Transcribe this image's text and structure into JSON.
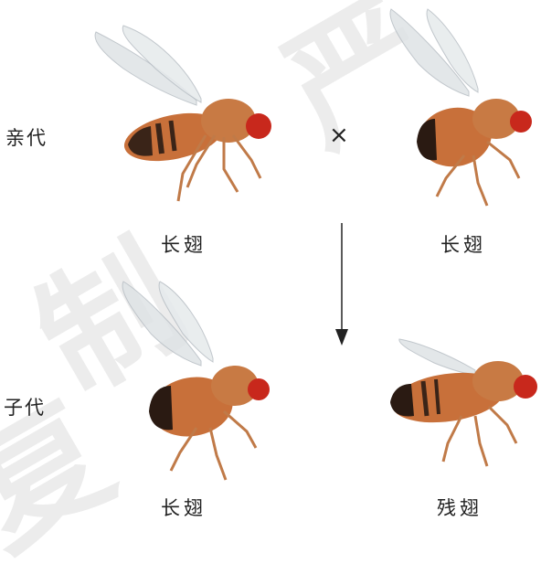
{
  "watermarks": [
    "严",
    "制",
    "复"
  ],
  "generations": {
    "parent_label": "亲代",
    "offspring_label": "子代"
  },
  "flies": {
    "parent_left": "长翅",
    "parent_right": "长翅",
    "offspring_left": "长翅",
    "offspring_right": "残翅"
  },
  "cross_symbol": "×",
  "colors": {
    "body": "#c8703a",
    "eye": "#c8281c",
    "abdomen_stripe": "#3a2418",
    "wing": "#dfe3e6"
  }
}
